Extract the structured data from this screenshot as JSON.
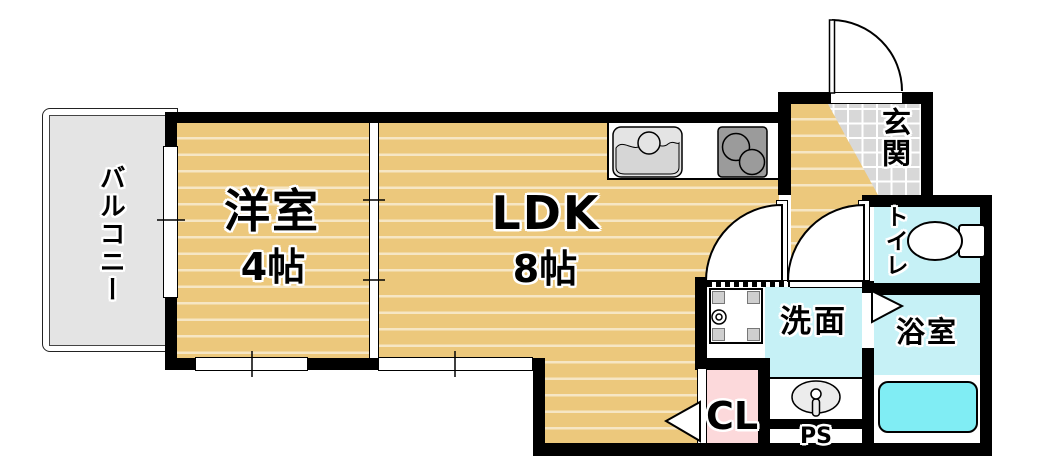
{
  "plan": {
    "balcony": "バルコニー",
    "western_room": "洋室",
    "western_room_size": "4帖",
    "ldk": "LDK",
    "ldk_size": "8帖",
    "entrance": "玄関",
    "toilet": "トイレ",
    "washroom": "洗面",
    "bathroom": "浴室",
    "closet": "CL",
    "pipe_space": "PS"
  },
  "colors": {
    "wall": "#000000",
    "floor_tan": "#ecc87c",
    "floor_stripe": "#f7ecd0",
    "wet_area_cyan": "#c6f1f6",
    "bathtub_cyan": "#80edf4",
    "closet_pink": "#fcd9db",
    "balcony_gray": "#e4e4e4",
    "entrance_tile_gray": "#d8d8d8",
    "stove_gray": "#9b9b9b",
    "sink_gray": "#e4e4e4"
  }
}
